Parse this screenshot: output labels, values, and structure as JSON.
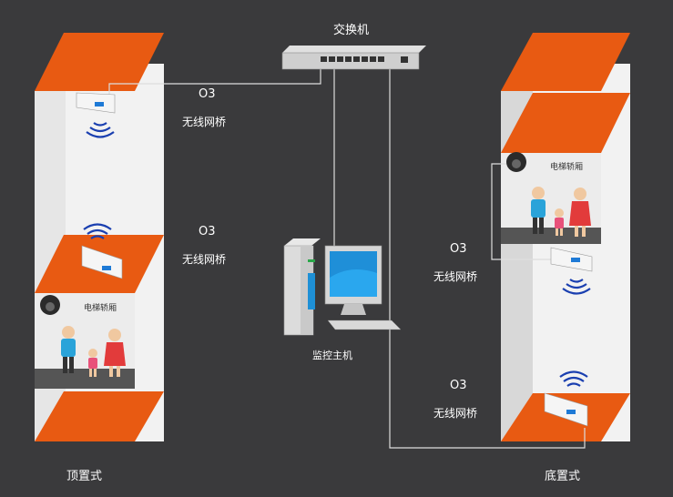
{
  "switch_label": "交换机",
  "host_label": "监控主机",
  "left_shaft": {
    "label": "顶置式",
    "bridge_top": {
      "model": "O3",
      "name": "无线网桥"
    },
    "bridge_car": {
      "model": "O3",
      "name": "无线网桥"
    },
    "cabin_label": "电梯轿厢"
  },
  "right_shaft": {
    "label": "底置式",
    "bridge_car": {
      "model": "O3",
      "name": "无线网桥"
    },
    "bridge_bottom": {
      "model": "O3",
      "name": "无线网桥"
    },
    "cabin_label": "电梯轿厢"
  },
  "colors": {
    "background": "#3a3a3c",
    "accent": "#e85a12",
    "shaft_light": "#f1f1f1",
    "shaft_dark": "#c9c9c9",
    "signal": "#1a3fb0"
  }
}
